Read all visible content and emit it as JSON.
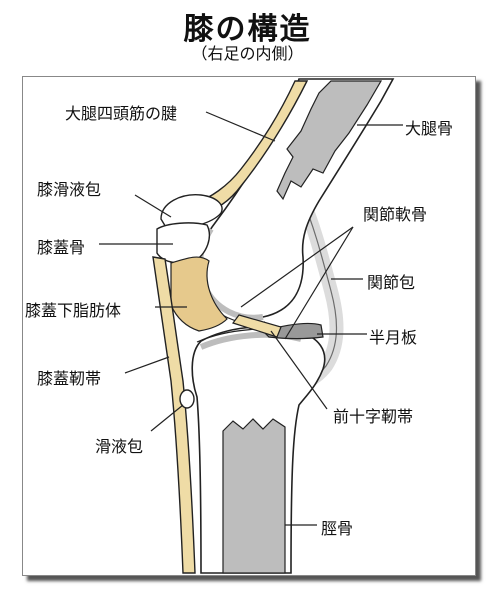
{
  "title": "膝の構造",
  "subtitle": "（右足の内側）",
  "labels": {
    "quadriceps_tendon": "大腿四頭筋の腱",
    "femur": "大腿骨",
    "prepatellar_bursa": "膝滑液包",
    "patella": "膝蓋骨",
    "articular_cartilage": "関節軟骨",
    "joint_capsule": "関節包",
    "infrapatellar_fat_pad": "膝蓋下脂肪体",
    "meniscus": "半月板",
    "patellar_ligament": "膝蓋靭帯",
    "acl": "前十字靭帯",
    "infrapatellar_bursa": "滑液包",
    "tibia": "脛骨"
  },
  "colors": {
    "tendon": "#efdca6",
    "fat_pad": "#e6c98c",
    "bone_cavity": "#bdbdbd",
    "capsule": "#dcdcdc",
    "outline": "#222222"
  }
}
